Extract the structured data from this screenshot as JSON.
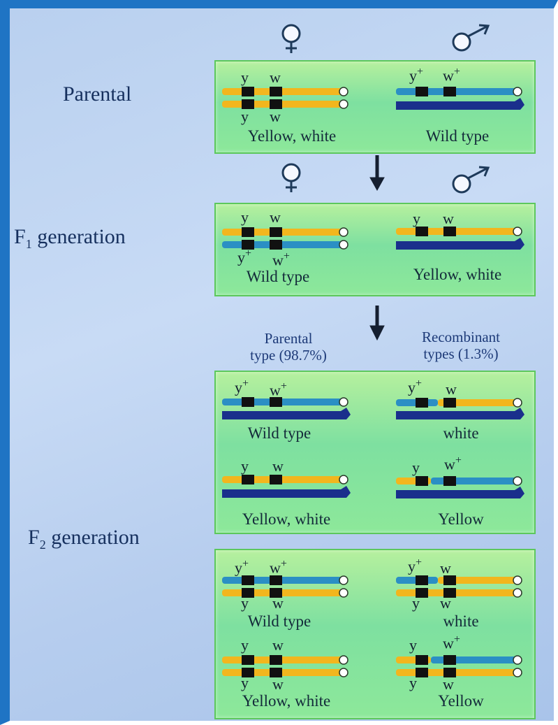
{
  "labels": {
    "parental": "Parental",
    "f1_prefix": "F",
    "f1_sub": "1",
    "f1_suffix": " generation",
    "f2_prefix": "F",
    "f2_sub": "2",
    "f2_suffix": " generation"
  },
  "headers": {
    "parental_type_line1": "Parental",
    "parental_type_line2": "type (98.7%)",
    "recombinant_line1": "Recombinant",
    "recombinant_line2": "types (1.3%)"
  },
  "symbols": {
    "female": "♀",
    "male": "♂"
  },
  "alleles": {
    "y": "y",
    "w": "w",
    "plus": "+"
  },
  "captions": {
    "p_female": "Yellow, white",
    "p_male": "Wild type",
    "f1_female": "Wild type",
    "f1_male": "Yellow, white",
    "f2m_1": "Wild type",
    "f2m_2": "white",
    "f2m_3": "Yellow, white",
    "f2m_4": "Yellow",
    "f2f_1": "Wild type",
    "f2f_2": "white",
    "f2f_3": "Yellow, white",
    "f2f_4": "Yellow"
  },
  "colors": {
    "yellow_chromosome": "#f2b61e",
    "wild_chromosome": "#2b8fc4",
    "y_chromosome": "#1a2f8c",
    "gene_marker": "#111111",
    "frame_border": "#1f74c4"
  }
}
